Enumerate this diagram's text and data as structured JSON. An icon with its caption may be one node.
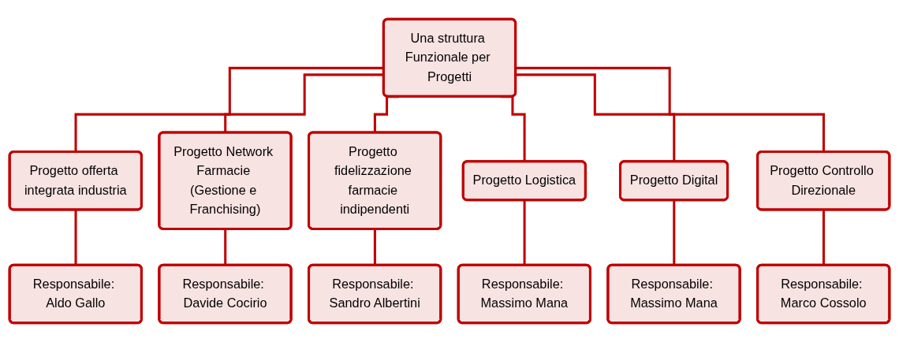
{
  "diagram": {
    "nodes": [
      {
        "text": [
          "Una struttura Funzionale per Progetti"
        ]
      },
      {
        "text": [
          "Progetto offerta integrata industria"
        ]
      },
      {
        "text": [
          "Progetto Network Farmacie (Gestione e Franchising)"
        ]
      },
      {
        "text": [
          "Progetto fidelizzazione farmacie indipendenti"
        ]
      },
      {
        "text": [
          "Progetto Logistica"
        ]
      },
      {
        "text": [
          "Progetto Digital"
        ]
      },
      {
        "text": [
          "Progetto Controllo Direzionale"
        ]
      },
      {
        "text": [
          "Responsabile: Aldo Gallo"
        ]
      },
      {
        "text": [
          "Responsabile: Davide Cocirio"
        ]
      },
      {
        "text": [
          "Responsabile: Sandro Albertini"
        ]
      },
      {
        "text": [
          "Responsabile: Massimo Mana"
        ]
      },
      {
        "text": [
          "Responsabile: Massimo Mana"
        ]
      },
      {
        "text": [
          "Responsabile: Marco Cossolo"
        ]
      }
    ],
    "edges": [
      {
        "from": 0,
        "to": 1,
        "arrow": "none"
      },
      {
        "from": 0,
        "to": 2,
        "arrow": "none"
      },
      {
        "from": 0,
        "to": 3,
        "arrow": "none"
      },
      {
        "from": 0,
        "to": 4,
        "arrow": "none"
      },
      {
        "from": 0,
        "to": 5,
        "arrow": "none"
      },
      {
        "from": 0,
        "to": 6,
        "arrow": "none"
      },
      {
        "from": 1,
        "to": 7,
        "arrow": "none"
      },
      {
        "from": 2,
        "to": 8,
        "arrow": "none"
      },
      {
        "from": 3,
        "to": 9,
        "arrow": "none"
      },
      {
        "from": 4,
        "to": 10,
        "arrow": "none"
      },
      {
        "from": 5,
        "to": 11,
        "arrow": "none"
      },
      {
        "from": 6,
        "to": 12,
        "arrow": "none"
      }
    ]
  }
}
